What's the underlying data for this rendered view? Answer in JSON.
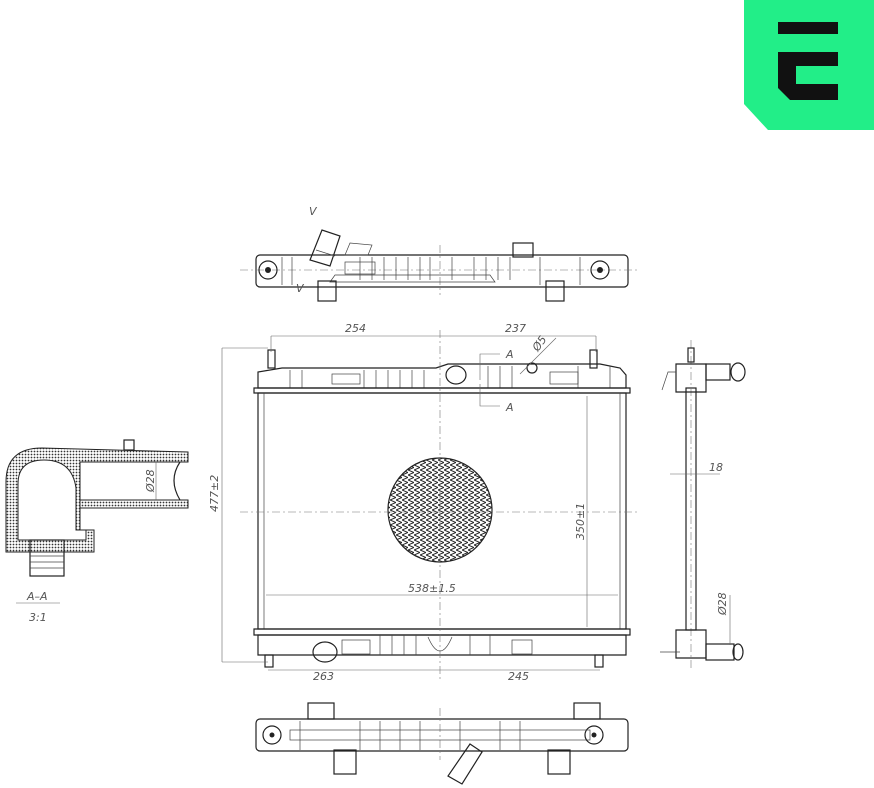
{
  "logo": {
    "letter": "E",
    "bg_color": "#22ee88",
    "fg_color": "#111111"
  },
  "drawing": {
    "subject": "radiator",
    "views": [
      "top-view",
      "front-view",
      "side-view",
      "bottom-view",
      "section-a-a"
    ],
    "dimensions": {
      "top_left_span": "254",
      "top_right_span": "237",
      "cap_diameter": "Ø5",
      "overall_height": "477±2",
      "core_height": "350±1",
      "core_width": "538±1.5",
      "bottom_left_span": "263",
      "bottom_right_span": "245",
      "core_thickness": "18",
      "outlet_diameter_side": "Ø28",
      "section_pipe_diameter": "Ø28"
    },
    "section": {
      "marker": "A",
      "label": "A–A",
      "scale": "3:1"
    },
    "view_markers": {
      "top_view_marker": "V"
    }
  }
}
